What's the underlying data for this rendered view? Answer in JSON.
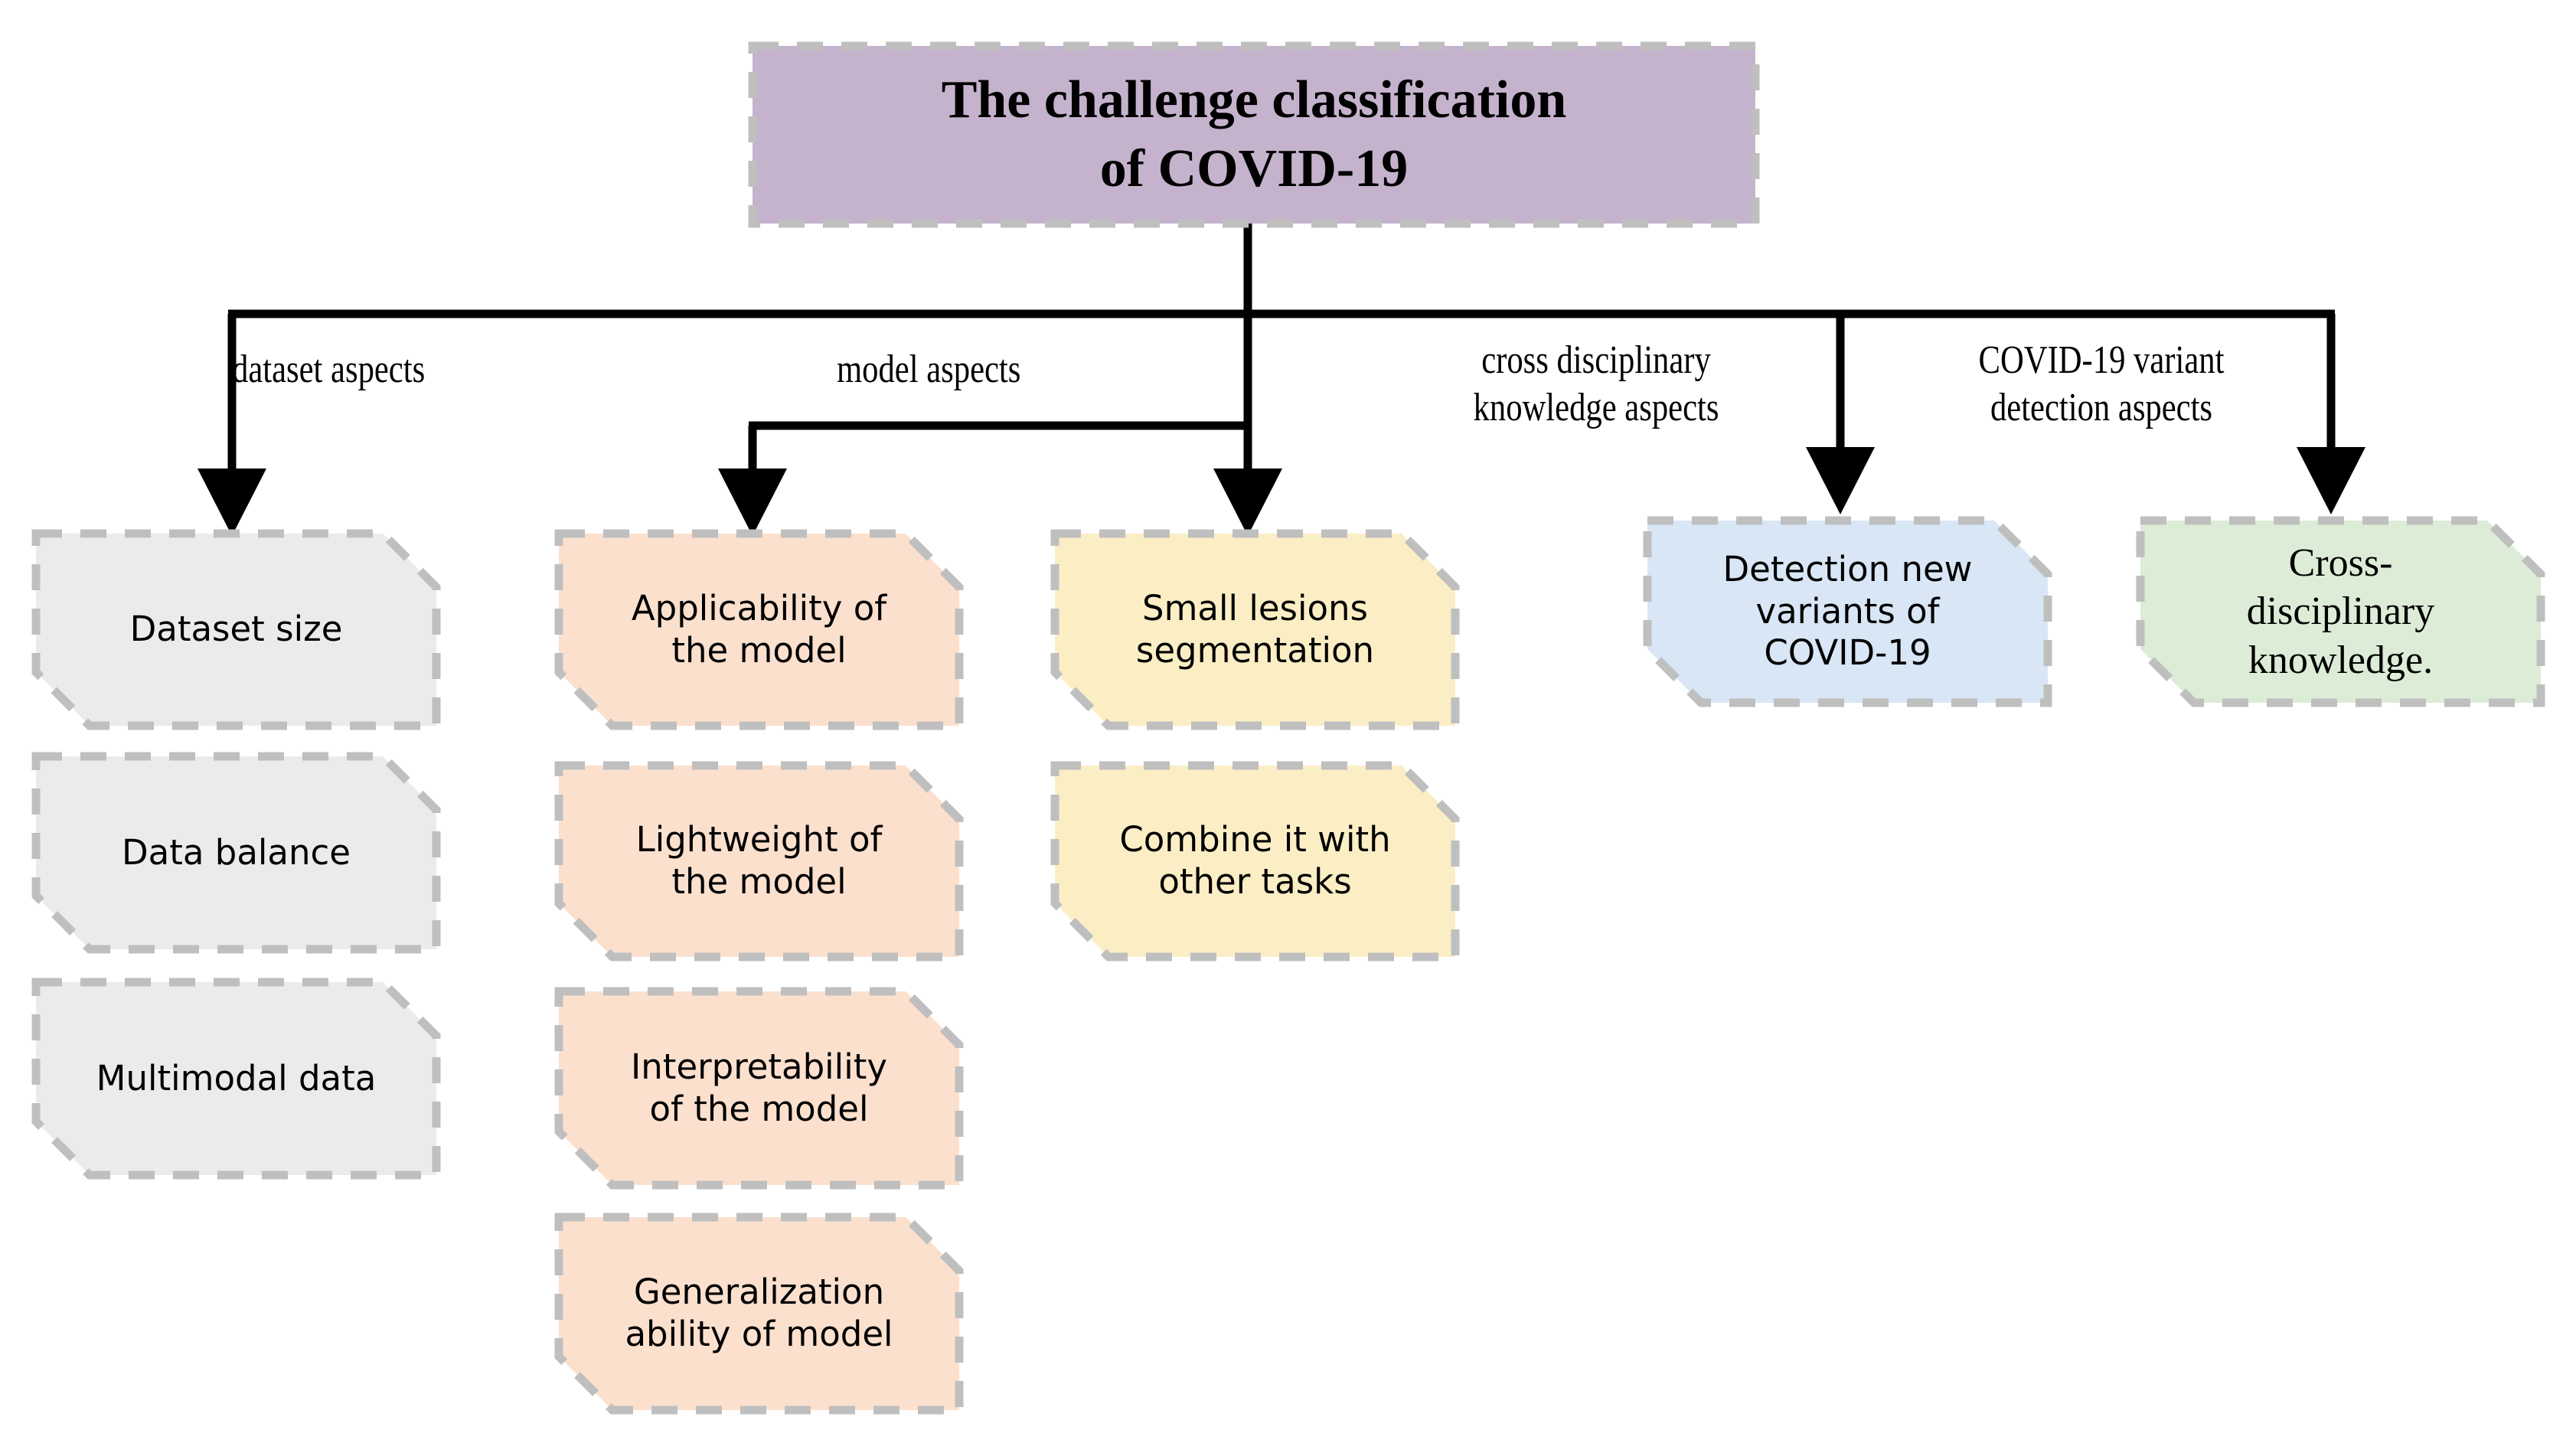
{
  "figure": {
    "kind": "hierarchy-tree-diagram",
    "background_color": "#ffffff"
  },
  "root": {
    "title": "The challenge classification\nof  COVID-19",
    "fill_color": "#c5b3cd",
    "border_color": "#bfbfbf"
  },
  "branches": [
    {
      "id": "dataset",
      "label": "dataset aspects"
    },
    {
      "id": "model",
      "label": "model aspects"
    },
    {
      "id": "cross",
      "label": "cross disciplinary\nknowledge aspects"
    },
    {
      "id": "variant",
      "label": "COVID-19 variant\ndetection aspects"
    }
  ],
  "columns": [
    {
      "id": "dataset-column",
      "branch": "dataset aspects",
      "fill_color": "#ebebeb",
      "nodes": [
        {
          "text": "Dataset size"
        },
        {
          "text": "Data balance"
        },
        {
          "text": "Multimodal data"
        }
      ]
    },
    {
      "id": "model-applicability-column",
      "branch": "model aspects",
      "fill_color": "#fbe0ce",
      "nodes": [
        {
          "text": "Applicability of\nthe model"
        },
        {
          "text": "Lightweight of\nthe model"
        },
        {
          "text": "Interpretability\nof the model"
        },
        {
          "text": "Generalization\nability of model"
        }
      ]
    },
    {
      "id": "model-lesion-column",
      "branch": "model aspects",
      "fill_color": "#fbeec5",
      "nodes": [
        {
          "text": "Small lesions\nsegmentation"
        },
        {
          "text": "Combine it with\nother tasks"
        }
      ]
    },
    {
      "id": "cross-disciplinary-column",
      "branch": "cross disciplinary knowledge aspects",
      "fill_color": "#d8e6f5",
      "nodes": [
        {
          "text": "Detection new\nvariants of\nCOVID-19"
        }
      ]
    },
    {
      "id": "variant-column",
      "branch": "COVID-19 variant detection aspects",
      "fill_color": "#dcecd6",
      "nodes": [
        {
          "text": "Cross-\ndisciplinary\nknowledge."
        }
      ]
    }
  ],
  "colors": {
    "purple": "#c5b3cd",
    "gray": "#ebebeb",
    "pink": "#fbe0ce",
    "yellow": "#fbeec5",
    "blue": "#d8e6f5",
    "green": "#dcecd6",
    "border_gray": "#bfbfbf",
    "connector_black": "#000000"
  }
}
